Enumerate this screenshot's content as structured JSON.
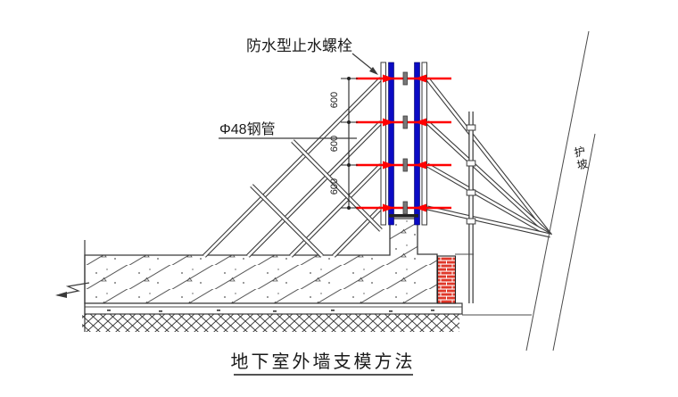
{
  "diagram": {
    "title": "地下室外墙支模方法",
    "labels": {
      "waterstop_bolt": "防水型止水螺栓",
      "steel_pipe": "Φ48钢管",
      "slope": "护坡"
    },
    "dimensions": {
      "d1": "600",
      "d2": "600",
      "d3": "600"
    },
    "colors": {
      "formwork_blue": "#0b0bc4",
      "bolt_red": "#ff0000",
      "brick_red": "#e0382a",
      "line": "#3a3a3a"
    }
  }
}
